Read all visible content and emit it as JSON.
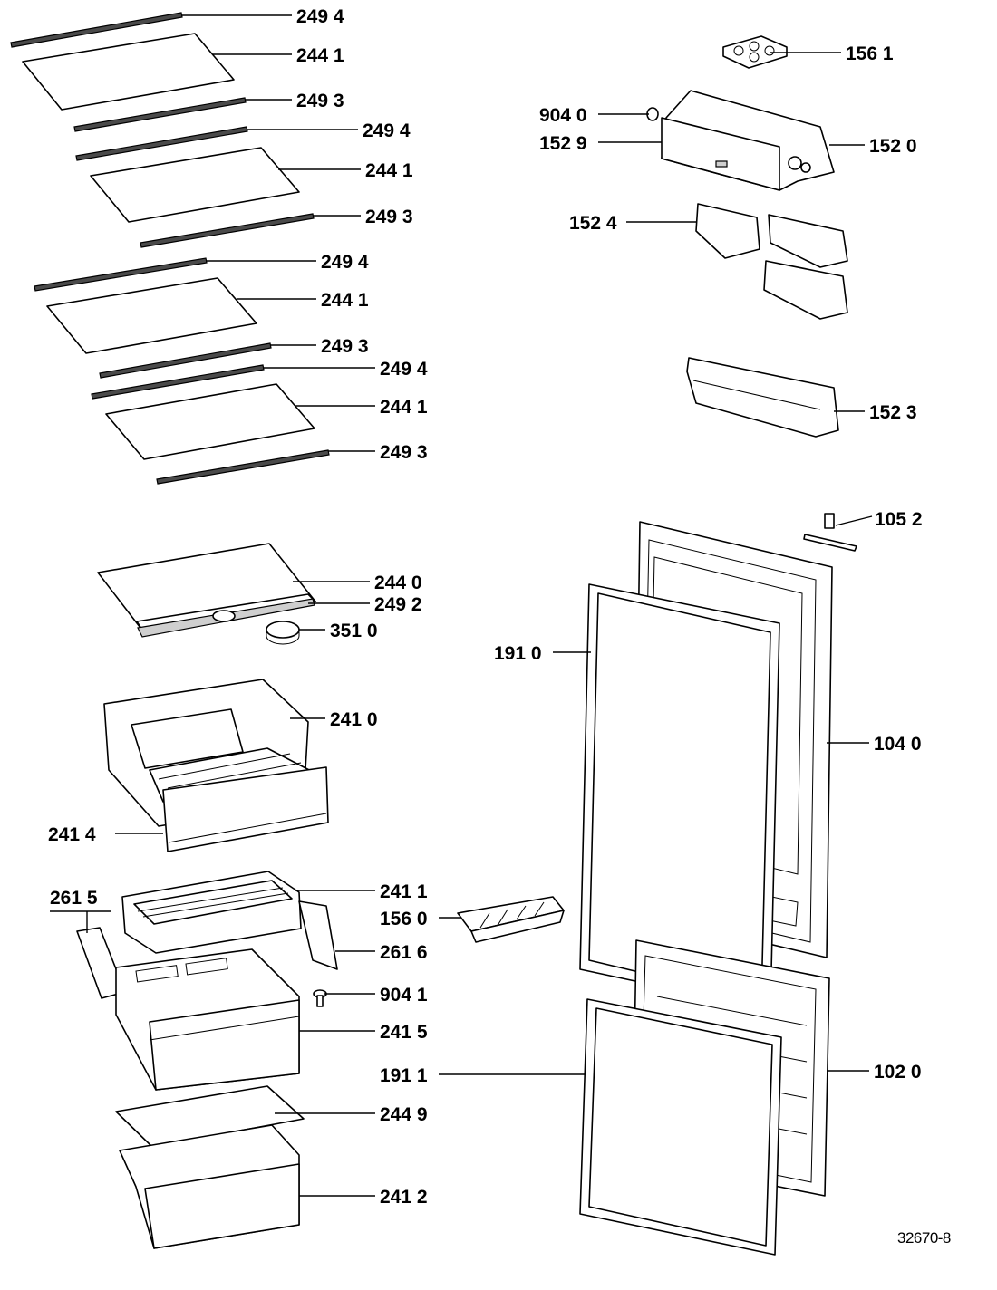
{
  "diagram": {
    "reference": "32670-8",
    "labels": [
      {
        "id": "lbl-249-4-a",
        "text": "249 4"
      },
      {
        "id": "lbl-244-1-a",
        "text": "244 1"
      },
      {
        "id": "lbl-249-3-a",
        "text": "249 3"
      },
      {
        "id": "lbl-249-4-b",
        "text": "249 4"
      },
      {
        "id": "lbl-244-1-b",
        "text": "244 1"
      },
      {
        "id": "lbl-249-3-b",
        "text": "249 3"
      },
      {
        "id": "lbl-249-4-c",
        "text": "249 4"
      },
      {
        "id": "lbl-244-1-c",
        "text": "244 1"
      },
      {
        "id": "lbl-249-3-c",
        "text": "249 3"
      },
      {
        "id": "lbl-249-4-d",
        "text": "249 4"
      },
      {
        "id": "lbl-244-1-d",
        "text": "244 1"
      },
      {
        "id": "lbl-249-3-d",
        "text": "249 3"
      },
      {
        "id": "lbl-244-0",
        "text": "244 0"
      },
      {
        "id": "lbl-249-2",
        "text": "249 2"
      },
      {
        "id": "lbl-351-0",
        "text": "351 0"
      },
      {
        "id": "lbl-241-0",
        "text": "241 0"
      },
      {
        "id": "lbl-241-4",
        "text": "241 4"
      },
      {
        "id": "lbl-241-1",
        "text": "241 1"
      },
      {
        "id": "lbl-261-5",
        "text": "261 5"
      },
      {
        "id": "lbl-156-0",
        "text": "156 0"
      },
      {
        "id": "lbl-261-6",
        "text": "261 6"
      },
      {
        "id": "lbl-904-1",
        "text": "904 1"
      },
      {
        "id": "lbl-241-5",
        "text": "241 5"
      },
      {
        "id": "lbl-191-1",
        "text": "191 1"
      },
      {
        "id": "lbl-244-9",
        "text": "244 9"
      },
      {
        "id": "lbl-241-2",
        "text": "241 2"
      },
      {
        "id": "lbl-156-1",
        "text": "156 1"
      },
      {
        "id": "lbl-904-0",
        "text": "904 0"
      },
      {
        "id": "lbl-152-9",
        "text": "152 9"
      },
      {
        "id": "lbl-152-0",
        "text": "152 0"
      },
      {
        "id": "lbl-152-4",
        "text": "152 4"
      },
      {
        "id": "lbl-152-3",
        "text": "152 3"
      },
      {
        "id": "lbl-105-2",
        "text": "105 2"
      },
      {
        "id": "lbl-191-0",
        "text": "191 0"
      },
      {
        "id": "lbl-104-0",
        "text": "104 0"
      },
      {
        "id": "lbl-102-0",
        "text": "102 0"
      }
    ]
  }
}
